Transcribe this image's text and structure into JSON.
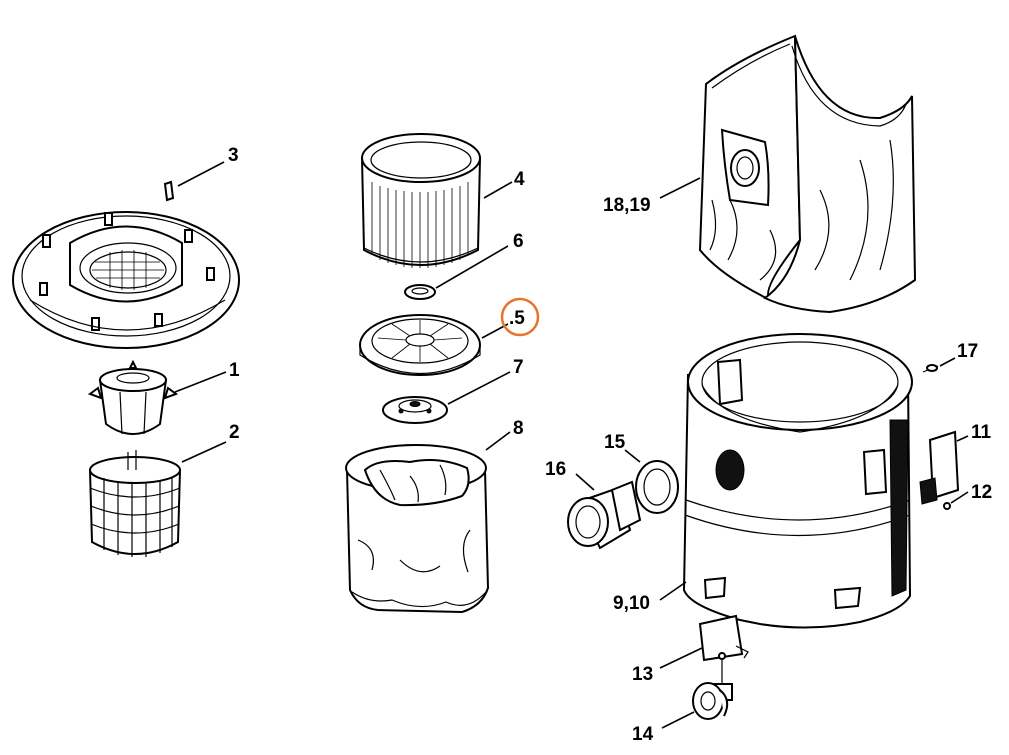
{
  "diagram": {
    "highlight_color": "#E8732A",
    "highlighted_label": ".5",
    "labels": [
      {
        "id": "label-1",
        "text": "1"
      },
      {
        "id": "label-2",
        "text": "2"
      },
      {
        "id": "label-3",
        "text": "3"
      },
      {
        "id": "label-4",
        "text": "4"
      },
      {
        "id": "label-5",
        "text": ".5"
      },
      {
        "id": "label-6",
        "text": "6"
      },
      {
        "id": "label-7",
        "text": "7"
      },
      {
        "id": "label-8",
        "text": "8"
      },
      {
        "id": "label-9-10",
        "text": "9,10"
      },
      {
        "id": "label-11",
        "text": "11"
      },
      {
        "id": "label-12",
        "text": "12"
      },
      {
        "id": "label-13",
        "text": "13"
      },
      {
        "id": "label-14",
        "text": "14"
      },
      {
        "id": "label-15",
        "text": "15"
      },
      {
        "id": "label-16",
        "text": "16"
      },
      {
        "id": "label-17",
        "text": "17"
      },
      {
        "id": "label-18-19",
        "text": "18,19"
      }
    ]
  }
}
